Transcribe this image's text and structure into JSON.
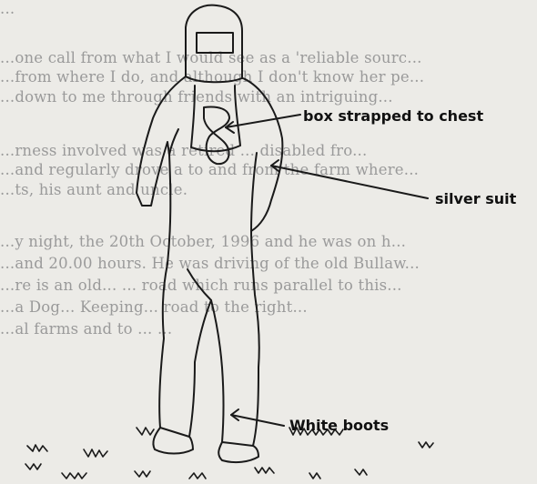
{
  "background_text": [
    "...",
    "...one call from what I would see as a 'reliable sourc...",
    "...from where I do, and although I don't know her pe...",
    "...down to me through friends with an intriguing...",
    "...rness involved was a retired ... disabled fro...",
    "...and regularly drove a to and from the farm where...",
    "...ts, his aunt and uncle.",
    "...y night, the 20th October, 1996 and he was on h...",
    "...and 20.00 hours. He was driving of the old Bullaw...",
    "...re is an old... ... road which runs parallel to this...",
    "...a Dog... Keeping... road to the right...",
    "...al farms and to ... ..."
  ],
  "annotations": {
    "box": "box strapped to chest",
    "suit": "silver suit",
    "boots": "White boots"
  }
}
